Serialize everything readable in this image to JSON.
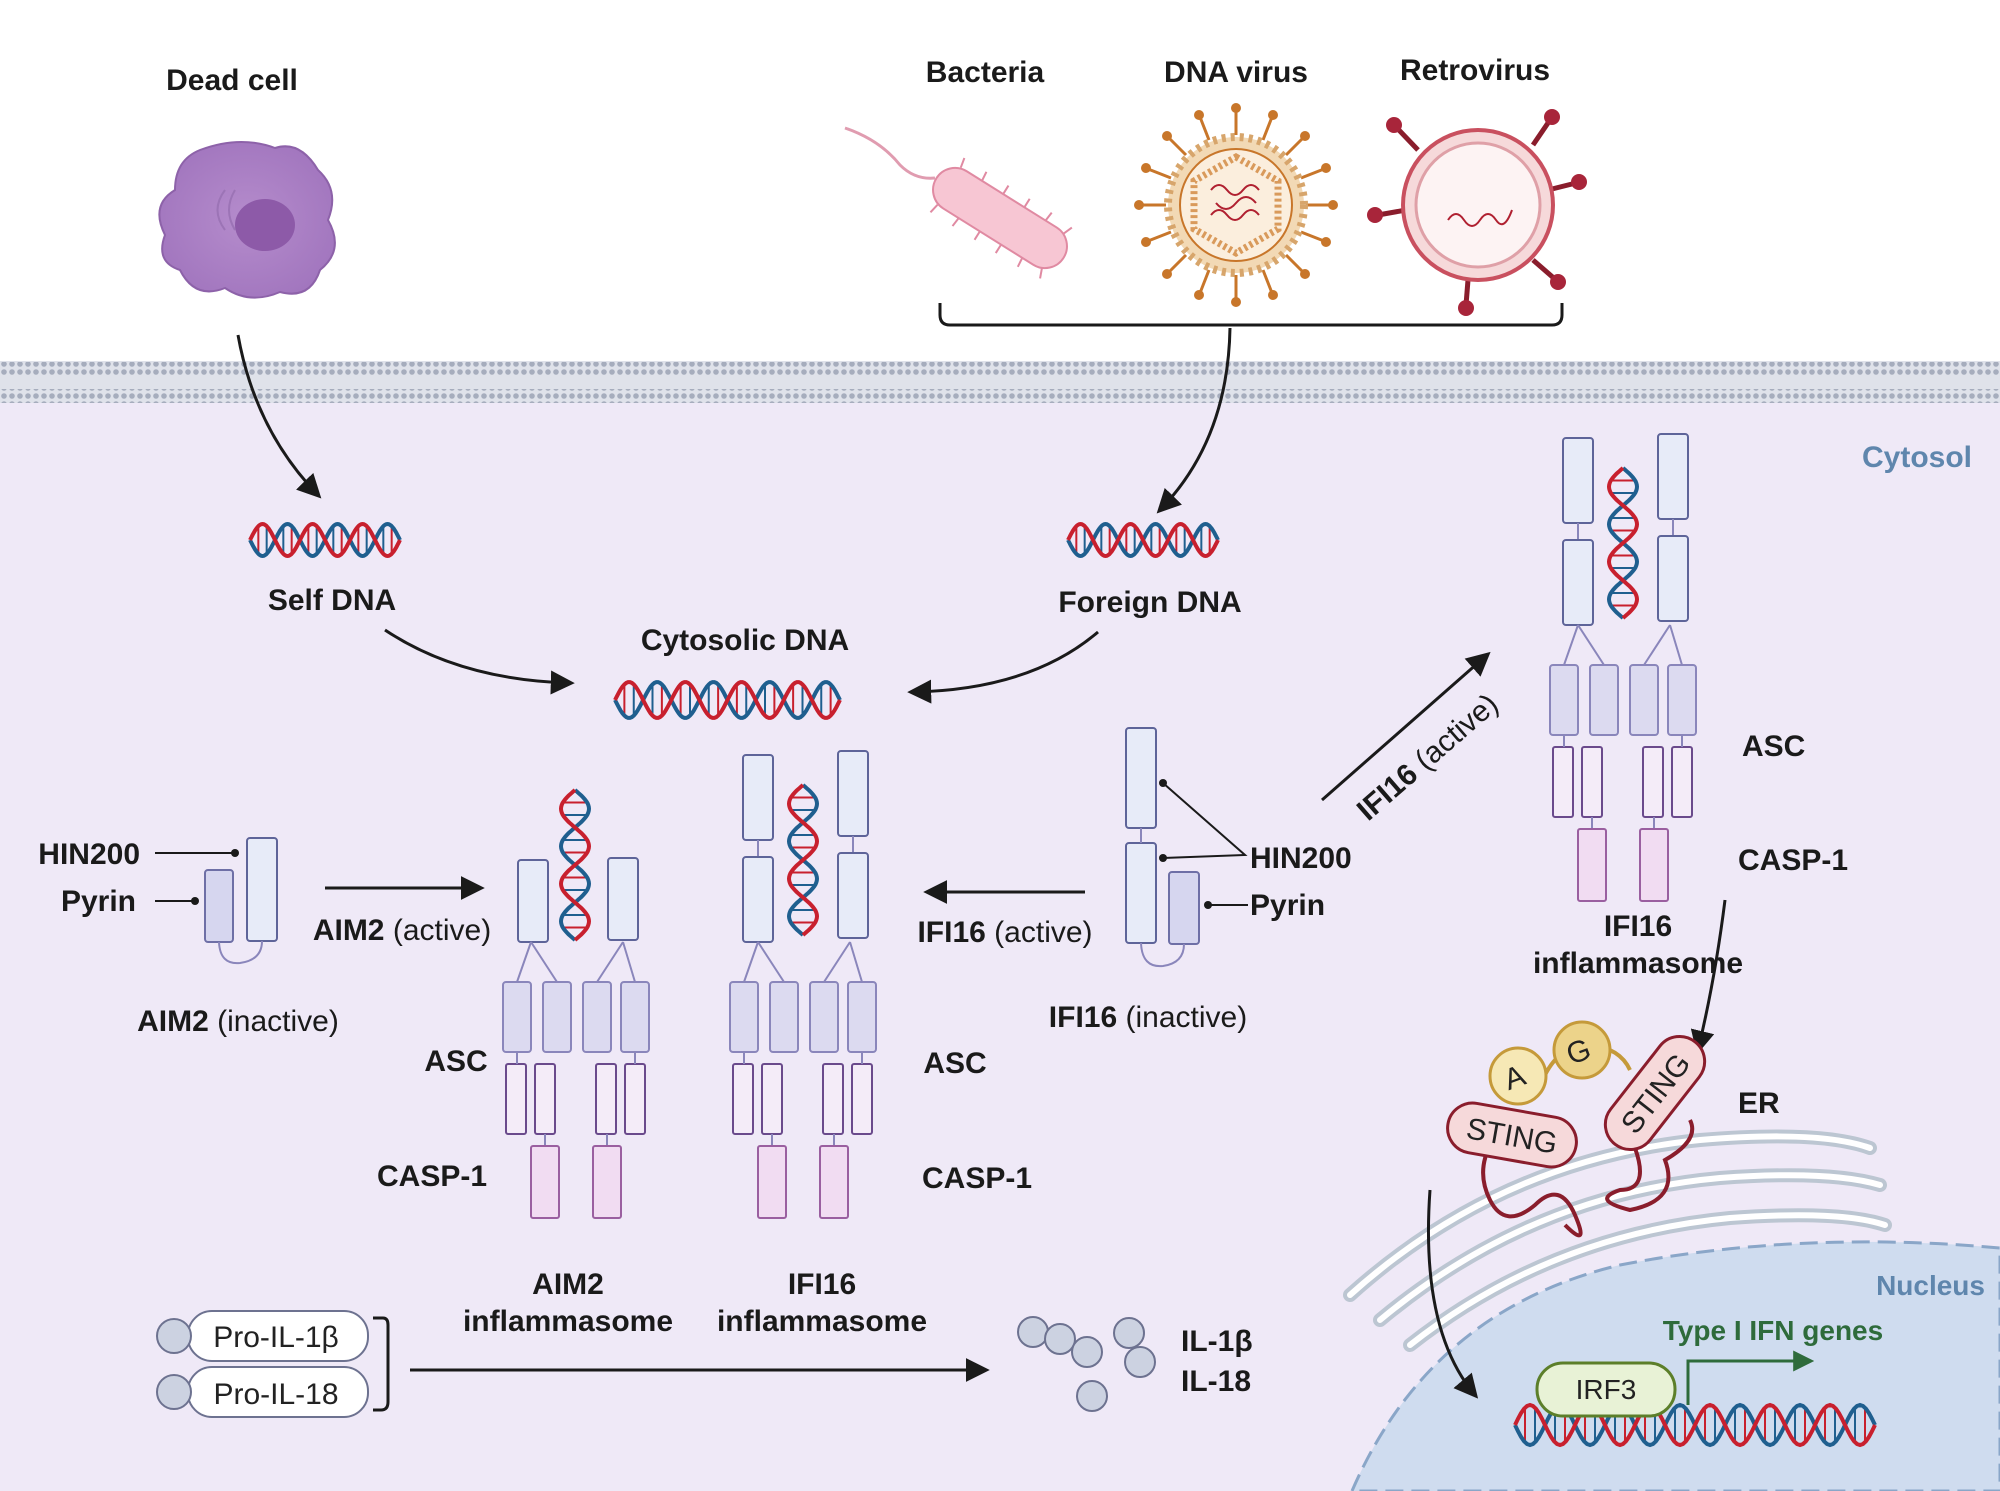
{
  "labels": {
    "dead_cell": "Dead cell",
    "bacteria": "Bacteria",
    "dna_virus": "DNA virus",
    "retrovirus": "Retrovirus",
    "cytosol": "Cytosol",
    "self_dna": "Self DNA",
    "foreign_dna": "Foreign DNA",
    "cytosolic_dna": "Cytosolic DNA",
    "hin200": "HIN200",
    "pyrin": "Pyrin",
    "aim2": "AIM2",
    "active": " (active)",
    "inactive": " (inactive)",
    "ifi16": "IFI16",
    "asc": "ASC",
    "casp1": "CASP-1",
    "aim2_inflammasome_1": "AIM2",
    "inflammasome": "inflammasome",
    "ifi16_inflammasome_1": "IFI16",
    "pro_il1b": "Pro-IL-1β",
    "pro_il18": "Pro-IL-18",
    "il1b": "IL-1β",
    "il18": "IL-18",
    "er": "ER",
    "nucleus": "Nucleus",
    "irf3": "IRF3",
    "type_i_ifn": "Type I IFN genes",
    "sting": "STING",
    "a": "A",
    "g": "G"
  },
  "colors": {
    "cytosol_bg": "#efe9f7",
    "membrane": "#a6adbd",
    "dna_red": "#c8202e",
    "dna_blue": "#1f5f8f",
    "nucleus_bg": "#cfdcef",
    "nucleus_label": "#5f86ad",
    "ifn_green": "#2e6b3b",
    "sting_fill": "#f6d9da",
    "sting_stroke": "#8a1d2c",
    "cytokine_fill": "#ccd2e1"
  }
}
